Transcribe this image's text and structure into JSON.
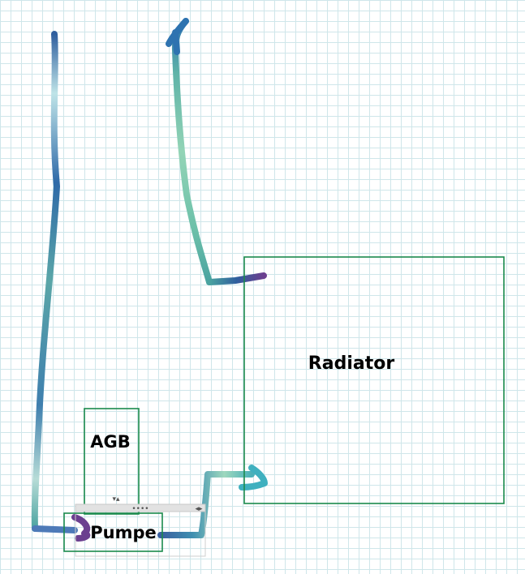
{
  "labels": {
    "radiator": "Radiator",
    "agb": "AGB",
    "pumpe": "Pumpe"
  },
  "colors": {
    "box_stroke": "#1b8a4c",
    "ink_dark_blue": "#2f5f9e",
    "ink_teal": "#4aa3a0",
    "ink_mint": "#8fd4b2",
    "ink_purple": "#6b3f8f"
  },
  "selection_handle": {
    "dots": "••••",
    "arrows": "◂▸",
    "resize_marker": "▾▴"
  }
}
